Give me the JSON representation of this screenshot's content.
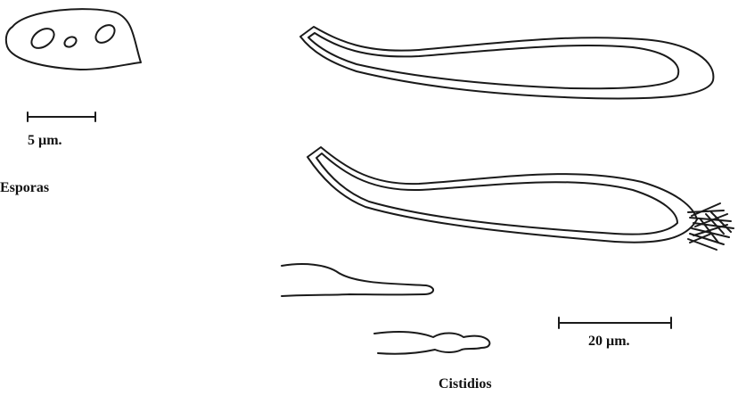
{
  "spores": {
    "caption": "Esporas",
    "scale_label": "5 µm."
  },
  "cystidia": {
    "caption": "Cistidios",
    "scale_label": "20 µm."
  },
  "colors": {
    "ink": "#1a1a1a",
    "paper": "#ffffff"
  }
}
